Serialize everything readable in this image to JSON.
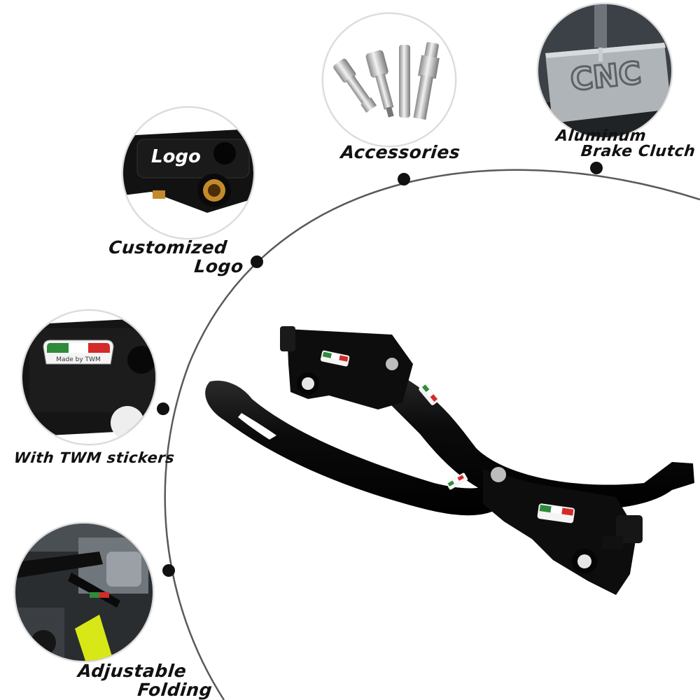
{
  "features": {
    "accessories": {
      "label": "Accessories"
    },
    "aluminum": {
      "line1": "Aluminum",
      "line2": "Brake Clutch"
    },
    "custom_logo": {
      "line1": "Customized",
      "line2": "Logo"
    },
    "stickers": {
      "label": "With TWM stickers"
    },
    "folding": {
      "line1": "Adjustable",
      "line2": "Folding"
    }
  },
  "details": {
    "logo_engraving": "Logo",
    "cnc_engraving": "CNC",
    "sticker_text": "Made by TWM"
  },
  "colors": {
    "lever_body": "#0b0b0b",
    "flag_green": "#2e8b3a",
    "flag_red": "#d42a2a",
    "arc": "#555555",
    "accent_yellow": "#d8e817"
  }
}
